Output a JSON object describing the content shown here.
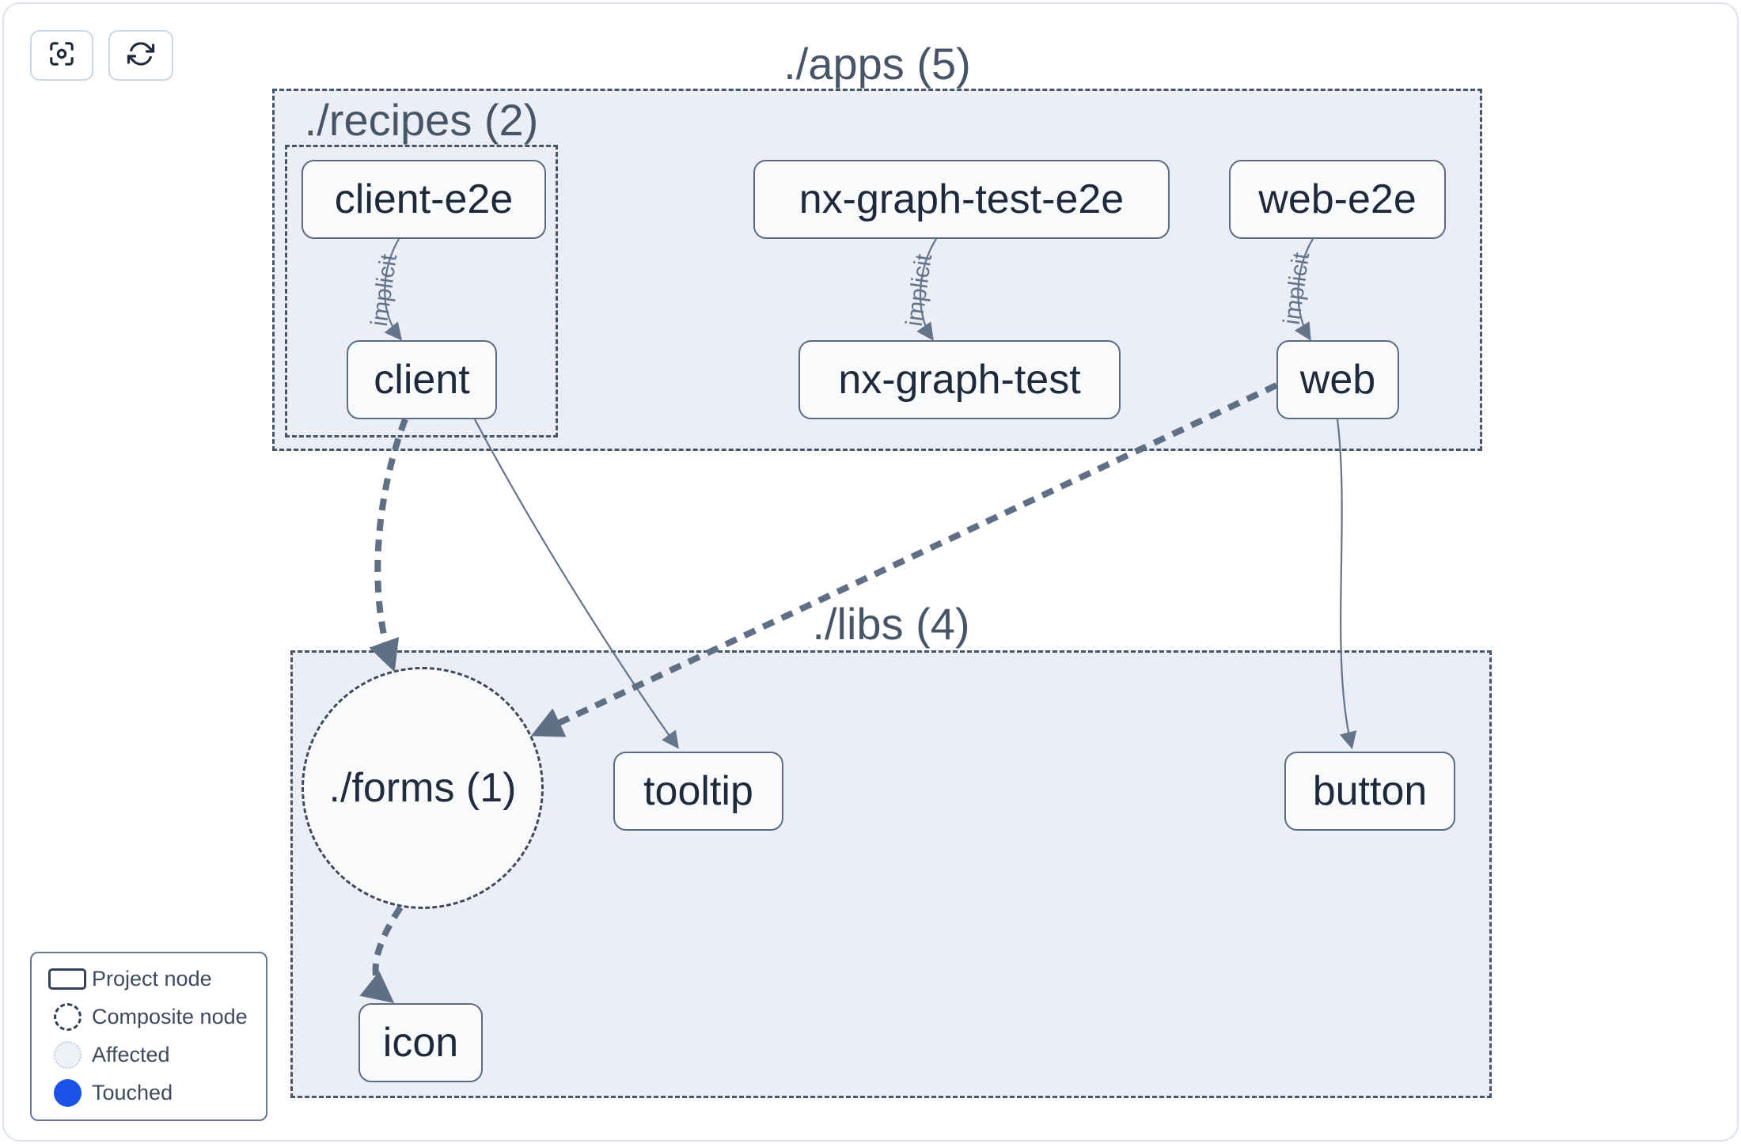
{
  "toolbar": {
    "buttons": [
      {
        "icon": "focus-icon"
      },
      {
        "icon": "refresh-icon"
      }
    ]
  },
  "groups": {
    "apps": {
      "label": "./apps (5)"
    },
    "recipes": {
      "label": "./recipes (2)"
    },
    "libs": {
      "label": "./libs (4)"
    },
    "forms": {
      "label": "./forms (1)"
    }
  },
  "nodes": {
    "client_e2e": {
      "label": "client-e2e"
    },
    "client": {
      "label": "client"
    },
    "nx_graph_test_e2e": {
      "label": "nx-graph-test-e2e"
    },
    "nx_graph_test": {
      "label": "nx-graph-test"
    },
    "web_e2e": {
      "label": "web-e2e"
    },
    "web": {
      "label": "web"
    },
    "tooltip": {
      "label": "tooltip"
    },
    "button": {
      "label": "button"
    },
    "icon": {
      "label": "icon"
    }
  },
  "edges": [
    {
      "from": "client-e2e",
      "to": "client",
      "label": "implicit",
      "style": "thin"
    },
    {
      "from": "nx-graph-test-e2e",
      "to": "nx-graph-test",
      "label": "implicit",
      "style": "thin"
    },
    {
      "from": "web-e2e",
      "to": "web",
      "label": "implicit",
      "style": "thin"
    },
    {
      "from": "client",
      "to": "./forms",
      "style": "thick-dashed"
    },
    {
      "from": "client",
      "to": "tooltip",
      "style": "thin"
    },
    {
      "from": "web",
      "to": "./forms",
      "style": "thick-dashed"
    },
    {
      "from": "web",
      "to": "button",
      "style": "thin"
    },
    {
      "from": "./forms",
      "to": "icon",
      "style": "thick-dashed"
    }
  ],
  "legend": {
    "items": [
      {
        "icon": "project-node-icon",
        "label": "Project node"
      },
      {
        "icon": "composite-node-icon",
        "label": "Composite node"
      },
      {
        "icon": "affected-icon",
        "label": "Affected"
      },
      {
        "icon": "touched-icon",
        "label": "Touched"
      }
    ]
  },
  "colors": {
    "touched_blue": "#1b52e8",
    "container_fill": "#ebeff5",
    "edge": "#64748b",
    "node_border": "#5b6b84",
    "dashed_border": "#475569"
  }
}
